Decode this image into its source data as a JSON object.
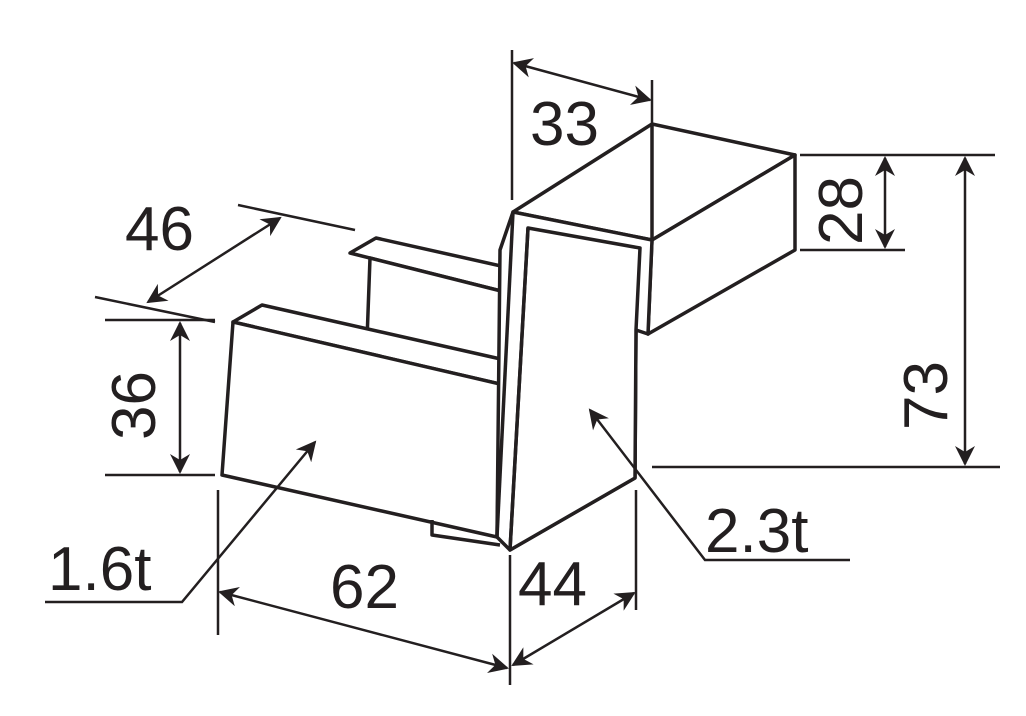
{
  "title": "Bracket isometric drawing",
  "dimensions": {
    "top_depth": "33",
    "upper_height": "28",
    "total_height": "73",
    "left_depth": "46",
    "left_height": "36",
    "left_length": "62",
    "bottom_depth": "44"
  },
  "thickness": {
    "left_plate": "1.6t",
    "vertical_plate": "2.3t"
  },
  "colors": {
    "line": "#231f20",
    "background": "#ffffff"
  }
}
